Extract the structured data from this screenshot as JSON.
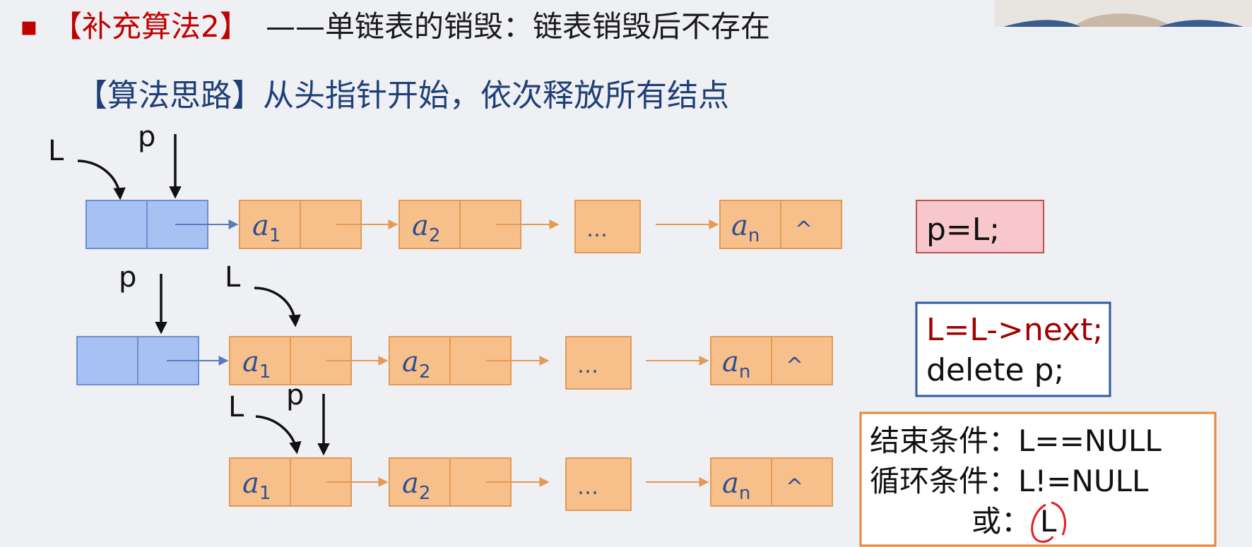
{
  "title": {
    "bullet": "▪",
    "red": "【补充算法2】",
    "black": "——单链表的销毁：链表销毁后不存在"
  },
  "subtitle": "【算法思路】从头指针开始，依次释放所有结点",
  "pointer_labels": {
    "L": "L",
    "p": "p"
  },
  "nodes": {
    "a": "a",
    "sub_1": "1",
    "sub_2": "2",
    "sub_n": "n",
    "ellipsis": "…",
    "null_mark": "^"
  },
  "code": {
    "step1": "p=L;",
    "step2_line1": "L=L->next;",
    "step2_line2": "delete p;"
  },
  "conditions": {
    "end": "结束条件：L==NULL",
    "loop": "循环条件：L!=NULL",
    "or_label": "或：",
    "or_value": "L"
  },
  "colors": {
    "title_red": "#c00000",
    "subtitle_blue": "#1f3f78",
    "head_node_fill": "#a7c1f3",
    "node_fill": "#f7c08a",
    "code_red": "#a30000"
  }
}
